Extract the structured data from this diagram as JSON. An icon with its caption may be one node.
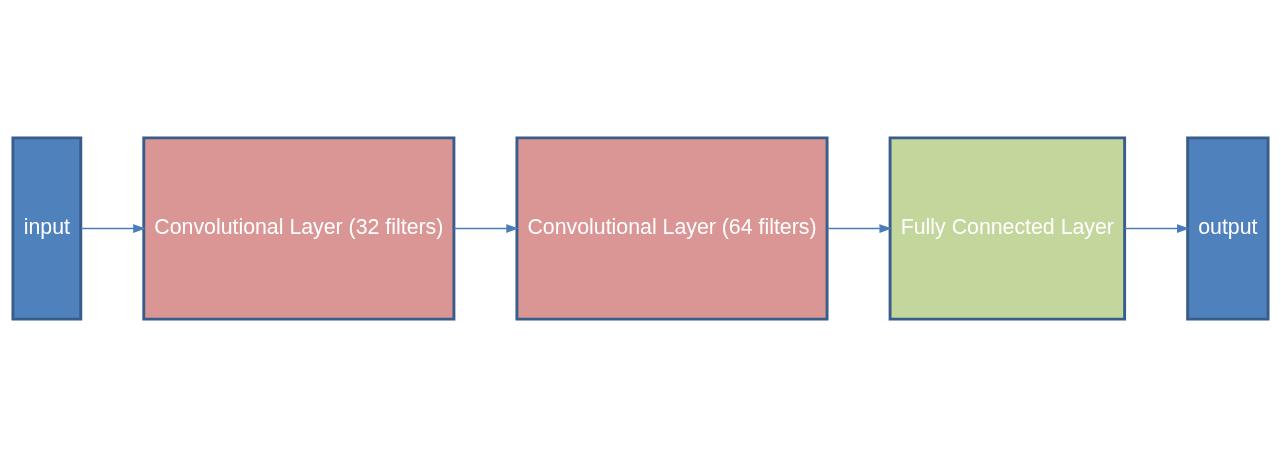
{
  "diagram": {
    "nodes": [
      {
        "text": [
          "input"
        ]
      },
      {
        "text": [
          "Convolutional Layer (32 filters)"
        ]
      },
      {
        "text": [
          "Convolutional Layer (64 filters)"
        ]
      },
      {
        "text": [
          "Fully Connected Layer"
        ]
      },
      {
        "text": [
          "output"
        ]
      }
    ],
    "edges": [
      {
        "from": 0,
        "to": 1,
        "arrow": "to"
      },
      {
        "from": 1,
        "to": 2,
        "arrow": "to"
      },
      {
        "from": 2,
        "to": 3,
        "arrow": "to"
      },
      {
        "from": 3,
        "to": 4,
        "arrow": "to"
      }
    ]
  }
}
